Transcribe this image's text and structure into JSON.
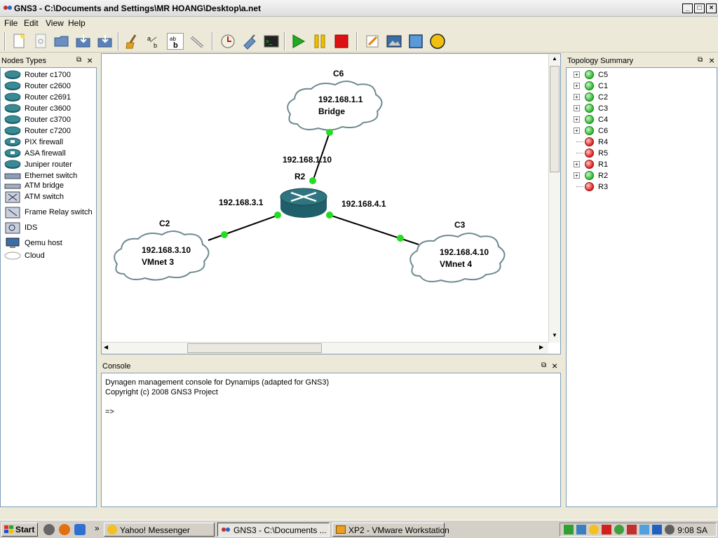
{
  "window": {
    "title": "GNS3 - C:\\Documents and Settings\\MR HOANG\\Desktop\\a.net"
  },
  "menubar": [
    "File",
    "Edit",
    "View",
    "Help"
  ],
  "nodes_panel": {
    "title": "Nodes Types",
    "items": [
      {
        "label": "Router c1700",
        "icon": "router-icon"
      },
      {
        "label": "Router c2600",
        "icon": "router-icon"
      },
      {
        "label": "Router c2691",
        "icon": "router-icon"
      },
      {
        "label": "Router c3600",
        "icon": "router-icon"
      },
      {
        "label": "Router c3700",
        "icon": "router-icon"
      },
      {
        "label": "Router c7200",
        "icon": "router-icon"
      },
      {
        "label": "PIX firewall",
        "icon": "firewall-icon"
      },
      {
        "label": "ASA firewall",
        "icon": "firewall-icon"
      },
      {
        "label": "Juniper router",
        "icon": "router-icon"
      },
      {
        "label": "Ethernet switch",
        "icon": "ethernet-switch-icon"
      },
      {
        "label": "ATM bridge",
        "icon": "atm-bridge-icon"
      },
      {
        "label": "ATM switch",
        "icon": "atm-switch-icon"
      },
      {
        "label": "Frame Relay switch",
        "icon": "frame-relay-icon"
      },
      {
        "label": "IDS",
        "icon": "ids-icon"
      },
      {
        "label": "Qemu host",
        "icon": "computer-icon"
      },
      {
        "label": "Cloud",
        "icon": "cloud-icon"
      }
    ]
  },
  "topology_panel": {
    "title": "Topology Summary",
    "items": [
      {
        "label": "C5",
        "status": "green",
        "expandable": true
      },
      {
        "label": "C1",
        "status": "green",
        "expandable": true
      },
      {
        "label": "C2",
        "status": "green",
        "expandable": true
      },
      {
        "label": "C3",
        "status": "green",
        "expandable": true
      },
      {
        "label": "C4",
        "status": "green",
        "expandable": true
      },
      {
        "label": "C6",
        "status": "green",
        "expandable": true
      },
      {
        "label": "R4",
        "status": "red",
        "expandable": false
      },
      {
        "label": "R5",
        "status": "red",
        "expandable": false
      },
      {
        "label": "R1",
        "status": "red",
        "expandable": true
      },
      {
        "label": "R2",
        "status": "green",
        "expandable": true
      },
      {
        "label": "R3",
        "status": "red",
        "expandable": false
      }
    ]
  },
  "topology": {
    "router": {
      "name": "R2"
    },
    "clouds": [
      {
        "name": "C6",
        "line1": "192.168.1.1",
        "line2": "Bridge"
      },
      {
        "name": "C2",
        "line1": "192.168.3.10",
        "line2": "VMnet 3"
      },
      {
        "name": "C3",
        "line1": "192.168.4.10",
        "line2": "VMnet 4"
      }
    ],
    "link_labels": [
      "192.168.1.10",
      "192.168.3.1",
      "192.168.4.1"
    ]
  },
  "console": {
    "title": "Console",
    "lines": [
      "Dynagen management console for Dynamips (adapted for GNS3)",
      "Copyright (c) 2008 GNS3 Project",
      "",
      "=>"
    ]
  },
  "taskbar": {
    "start": "Start",
    "tasks": [
      {
        "label": "Yahoo! Messenger",
        "active": false
      },
      {
        "label": "GNS3 - C:\\Documents ...",
        "active": true
      },
      {
        "label": "XP2 - VMware Workstation",
        "active": false
      }
    ],
    "clock": "9:08 SA",
    "chevron": "»"
  },
  "colors": {
    "link_dot": "#22dd22",
    "router_body": "#1f5f6a",
    "play": "#22aa22",
    "pause": "#f0c000",
    "stop": "#dd1111"
  }
}
